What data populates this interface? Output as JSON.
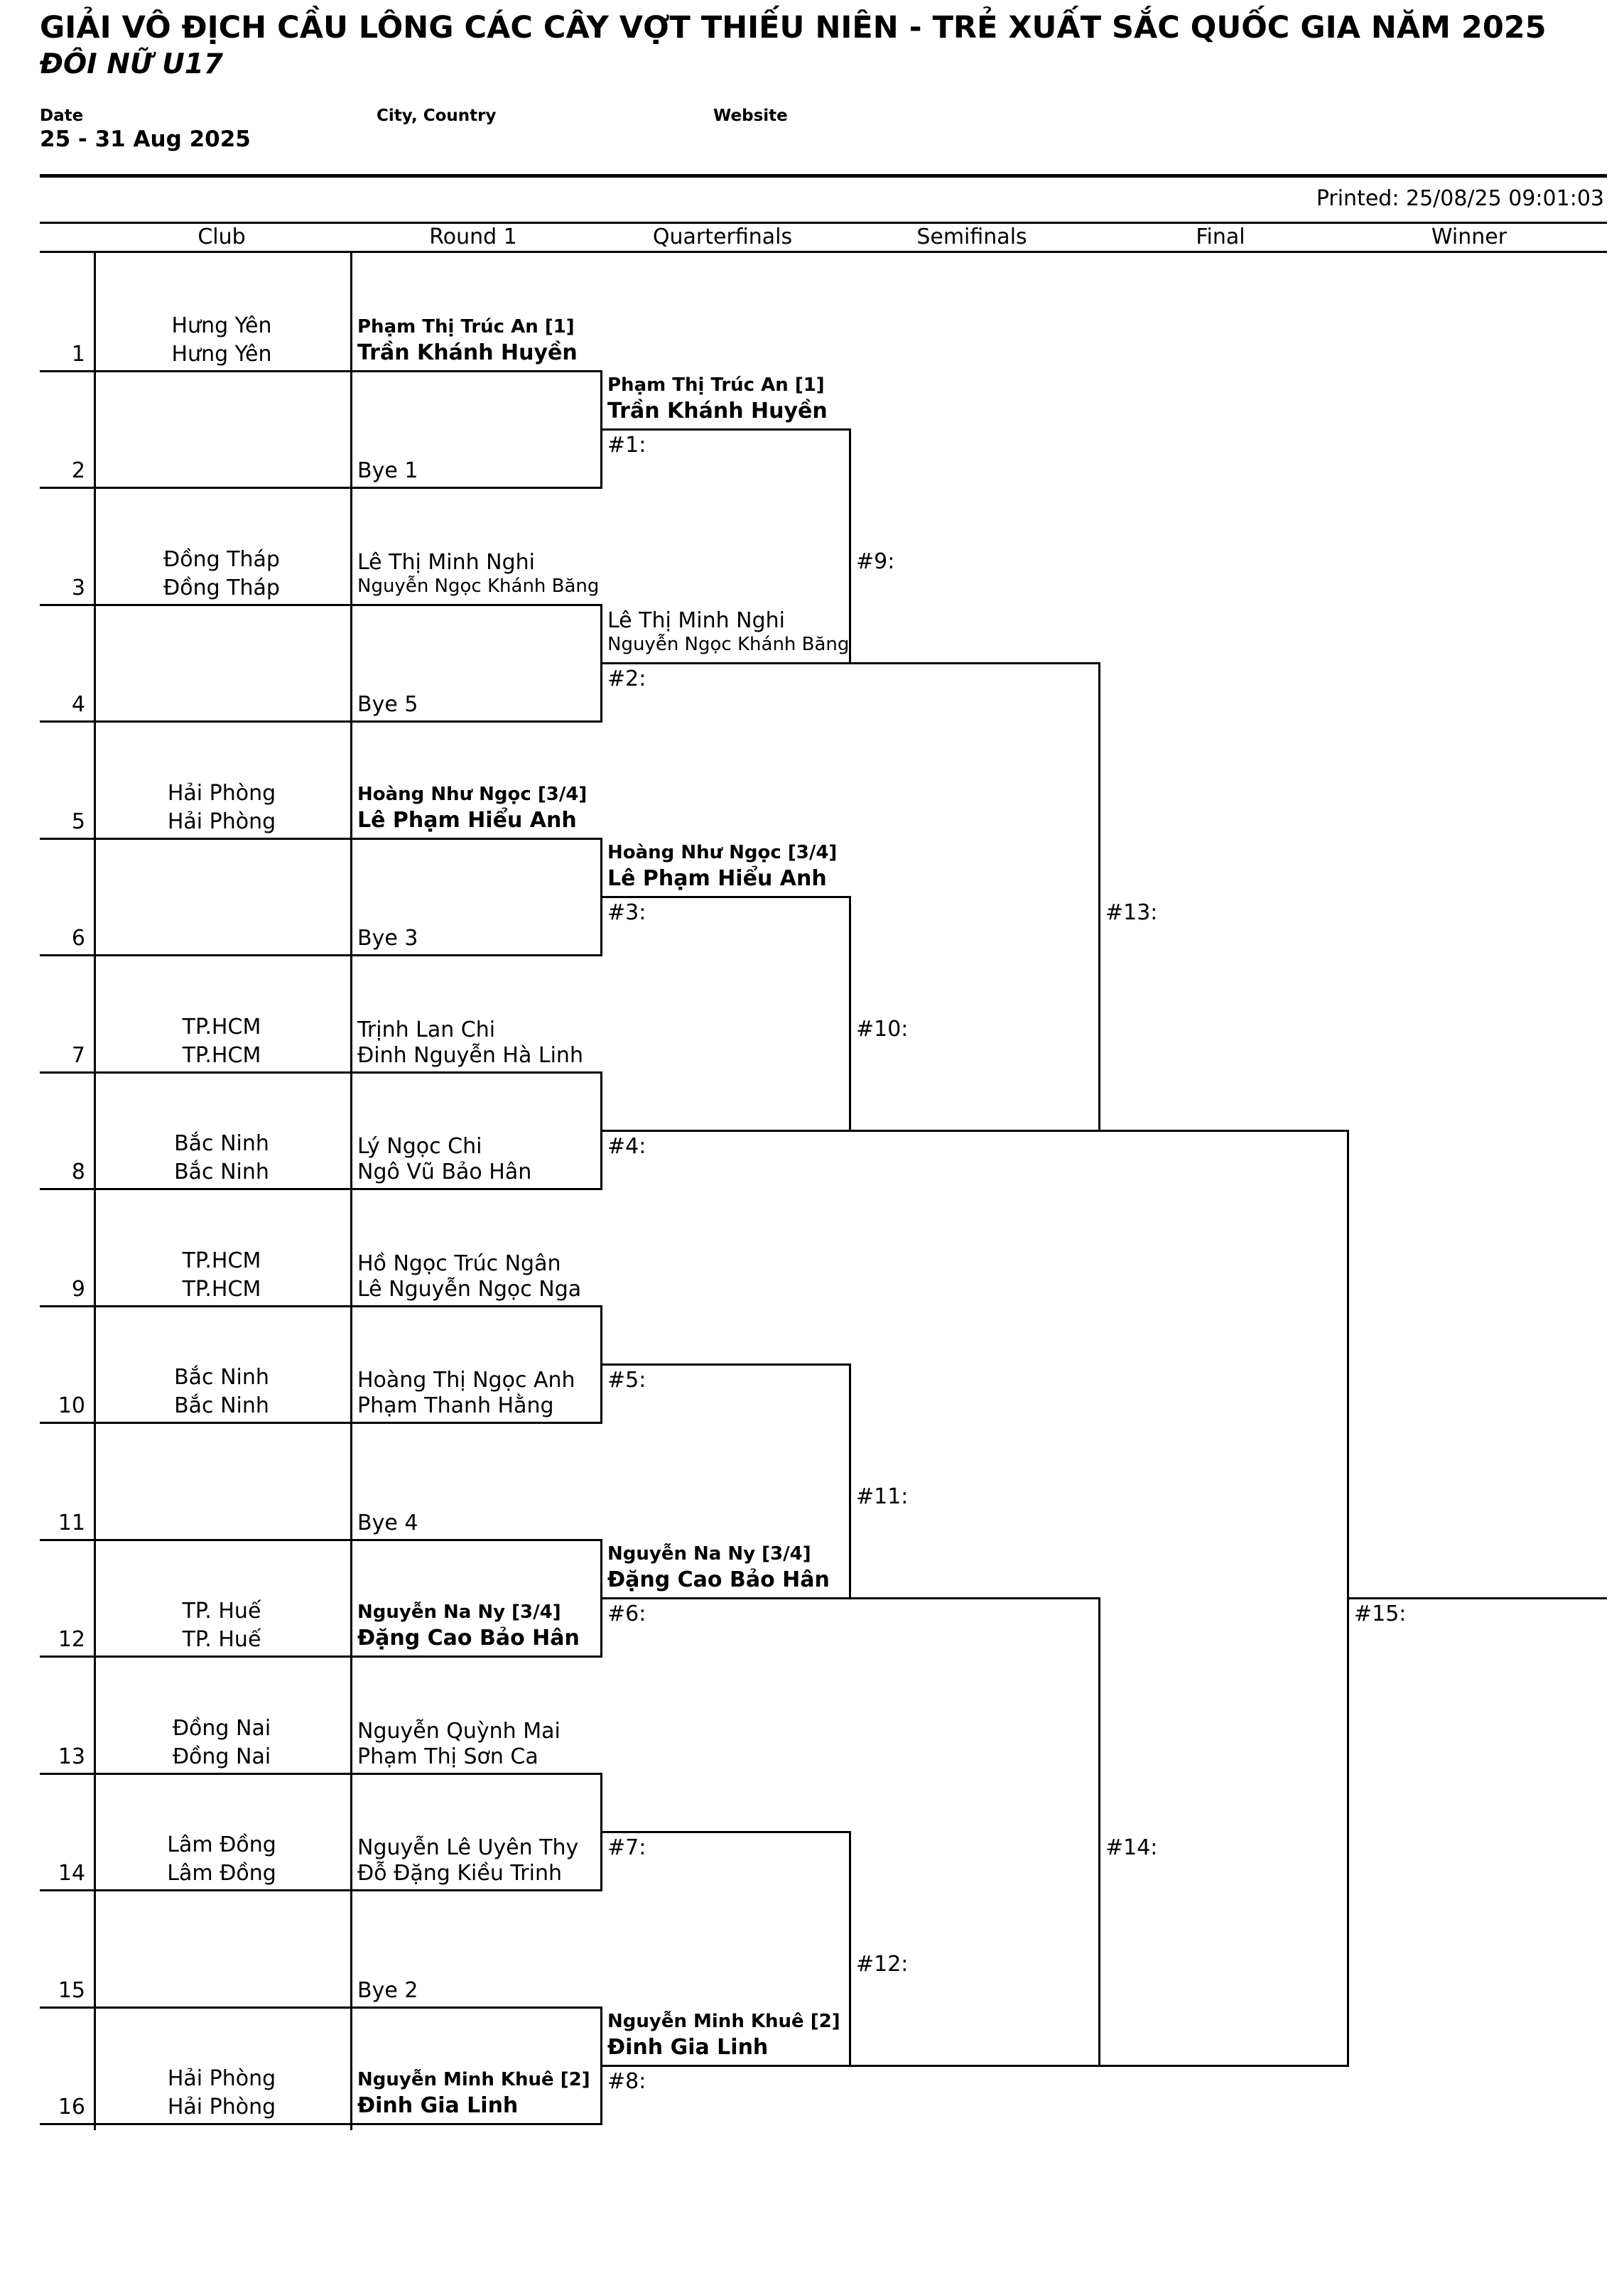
{
  "header": {
    "title": "GIẢI VÔ ĐỊCH CẦU LÔNG CÁC CÂY VỢT THIẾU NIÊN - TRẺ XUẤT SẮC QUỐC GIA NĂM 2025",
    "subtitle": "ĐÔI NỮ U17",
    "date_label": "Date",
    "date_value": "25 - 31 Aug 2025",
    "city_label": "City, Country",
    "website_label": "Website",
    "printed": "Printed: 25/08/25 09:01:03"
  },
  "columns": [
    "Club",
    "Round 1",
    "Quarterfinals",
    "Semifinals",
    "Final",
    "Winner"
  ],
  "draw": [
    {
      "num": "1",
      "club1": "Hưng Yên",
      "club2": "Hưng Yên",
      "p1": "Phạm Thị Trúc An [1]",
      "p2": "Trần Khánh Huyền"
    },
    {
      "num": "2",
      "club1": "",
      "club2": "",
      "p1": "",
      "p2": "Bye 1"
    },
    {
      "num": "3",
      "club1": "Đồng Tháp",
      "club2": "Đồng Tháp",
      "p1": "Lê Thị Minh Nghi",
      "p2": "Nguyễn Ngọc Khánh Băng"
    },
    {
      "num": "4",
      "club1": "",
      "club2": "",
      "p1": "",
      "p2": "Bye 5"
    },
    {
      "num": "5",
      "club1": "Hải Phòng",
      "club2": "Hải Phòng",
      "p1": "Hoàng Như Ngọc [3/4]",
      "p2": "Lê Phạm Hiểu Anh"
    },
    {
      "num": "6",
      "club1": "",
      "club2": "",
      "p1": "",
      "p2": "Bye 3"
    },
    {
      "num": "7",
      "club1": "TP.HCM",
      "club2": "TP.HCM",
      "p1": "Trịnh Lan Chi",
      "p2": "Đinh Nguyễn Hà Linh"
    },
    {
      "num": "8",
      "club1": "Bắc Ninh",
      "club2": "Bắc Ninh",
      "p1": "Lý Ngọc Chi",
      "p2": "Ngô Vũ Bảo Hân"
    },
    {
      "num": "9",
      "club1": "TP.HCM",
      "club2": "TP.HCM",
      "p1": "Hồ Ngọc Trúc Ngân",
      "p2": "Lê Nguyễn Ngọc Nga"
    },
    {
      "num": "10",
      "club1": "Bắc Ninh",
      "club2": "Bắc Ninh",
      "p1": "Hoàng Thị Ngọc Anh",
      "p2": "Phạm Thanh Hằng"
    },
    {
      "num": "11",
      "club1": "",
      "club2": "",
      "p1": "",
      "p2": "Bye 4"
    },
    {
      "num": "12",
      "club1": "TP. Huế",
      "club2": "TP. Huế",
      "p1": "Nguyễn Na Ny [3/4]",
      "p2": "Đặng Cao Bảo Hân"
    },
    {
      "num": "13",
      "club1": "Đồng Nai",
      "club2": "Đồng Nai",
      "p1": "Nguyễn Quỳnh Mai",
      "p2": "Phạm Thị Sơn Ca"
    },
    {
      "num": "14",
      "club1": "Lâm Đồng",
      "club2": "Lâm Đồng",
      "p1": "Nguyễn Lê Uyên Thy",
      "p2": "Đỗ Đặng Kiều Trinh"
    },
    {
      "num": "15",
      "club1": "",
      "club2": "",
      "p1": "",
      "p2": "Bye 2"
    },
    {
      "num": "16",
      "club1": "Hải Phòng",
      "club2": "Hải Phòng",
      "p1": "Nguyễn Minh Khuê [2]",
      "p2": "Đinh Gia Linh"
    }
  ],
  "quarterfinals": [
    {
      "label": "#1:",
      "p1": "Phạm Thị Trúc An [1]",
      "p2": "Trần Khánh Huyền"
    },
    {
      "label": "#2:",
      "p1": "Lê Thị Minh Nghi",
      "p2": "Nguyễn Ngọc Khánh Băng"
    },
    {
      "label": "#3:",
      "p1": "Hoàng Như Ngọc [3/4]",
      "p2": "Lê Phạm Hiểu Anh"
    },
    {
      "label": "#4:",
      "p1": "",
      "p2": ""
    },
    {
      "label": "#5:",
      "p1": "",
      "p2": ""
    },
    {
      "label": "#6:",
      "p1": "Nguyễn Na Ny [3/4]",
      "p2": "Đặng Cao Bảo Hân"
    },
    {
      "label": "#7:",
      "p1": "",
      "p2": ""
    },
    {
      "label": "#8:",
      "p1": "Nguyễn Minh Khuê [2]",
      "p2": "Đinh Gia Linh"
    }
  ],
  "semifinals": [
    "#9:",
    "#10:",
    "#11:",
    "#12:"
  ],
  "final": [
    "#13:",
    "#14:"
  ],
  "winner": [
    "#15:"
  ]
}
